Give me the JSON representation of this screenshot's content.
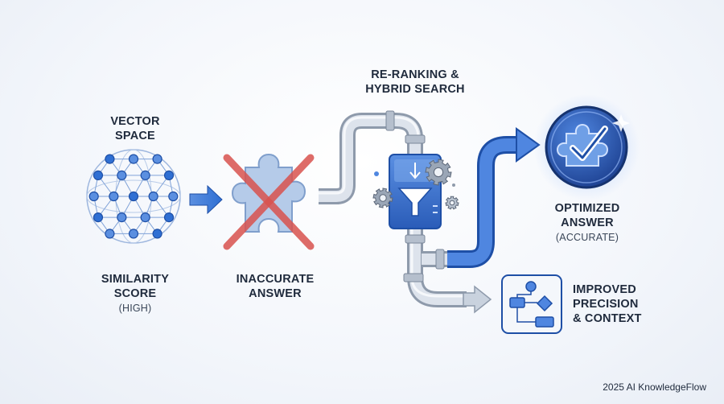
{
  "vector_space": {
    "title_line1": "VECTOR",
    "title_line2": "SPACE"
  },
  "similarity": {
    "line1": "SIMILARITY",
    "line2": "SCORE",
    "detail": "(HIGH)"
  },
  "inaccurate": {
    "line1": "INACCURATE",
    "line2": "ANSWER"
  },
  "reranking": {
    "line1": "RE-RANKING &",
    "line2": "HYBRID SEARCH"
  },
  "optimized": {
    "line1": "OPTIMIZED",
    "line2": "ANSWER",
    "detail": "(ACCURATE)"
  },
  "improved": {
    "line1": "IMPROVED",
    "line2": "PRECISION",
    "line3": "& CONTEXT"
  },
  "footer": "2025 AI KnowledgeFlow",
  "colors": {
    "accent_blue": "#2f6fd3",
    "dark_blue": "#1e4fa6",
    "pipe_gray": "#c9d2de",
    "cross_red": "#d9534f",
    "text": "#1f2a3c"
  },
  "icons": [
    "network-sphere-icon",
    "puzzle-piece-icon",
    "filter-funnel-icon",
    "gear-icon",
    "puzzle-check-badge-icon",
    "flowchart-icon"
  ]
}
